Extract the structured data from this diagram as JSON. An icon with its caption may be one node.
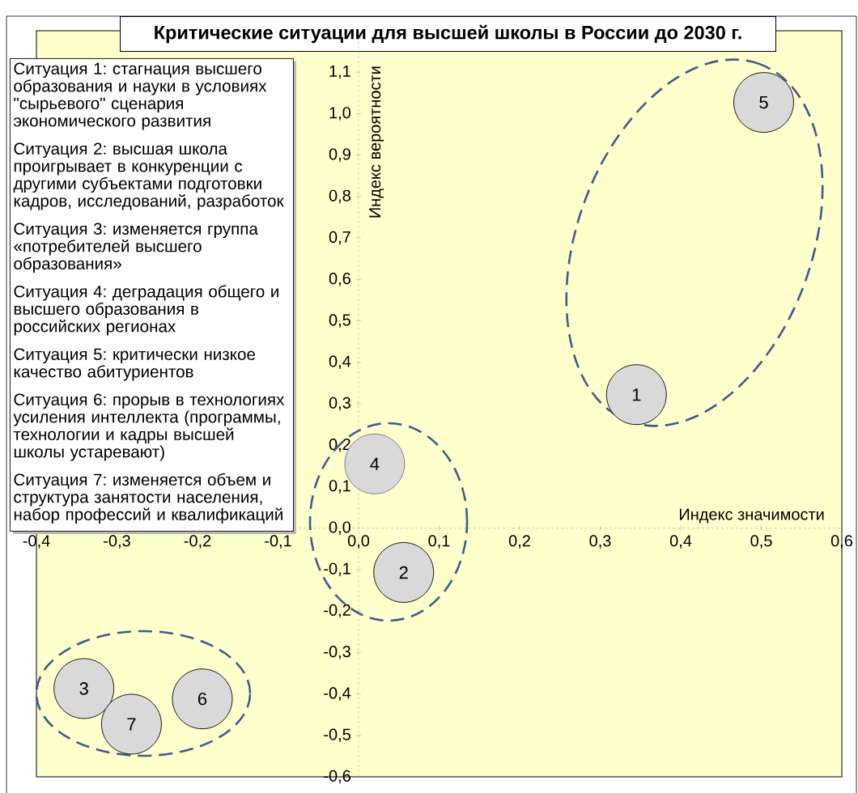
{
  "diagram": {
    "title": "Критические ситуации для высшей школы в России до 2030 г.",
    "nodes": [
      {
        "text": [
          "Ситуация 1: стагнация высшего образования и науки  в условиях \"сырьевого\" сценария экономического развития",
          "Ситуация 2: высшая школа проигрывает  в конкуренции с другими субъектами  подготовки кадров, исследований, разработок",
          "Ситуация 3: изменяется группа «потребителей высшего образования»",
          "Ситуация 4:  деградация общего и высшего образования в российских регионах",
          "Ситуация 5: критически низкое качество абитуриентов",
          "Ситуация 6: прорыв в технологиях усиления интеллекта (программы, технологии и кадры высшей школы устаревают)",
          "Ситуация 7: изменяется объем и структура занятости населения, набор профессий и квалификаций"
        ]
      },
      {
        "text": [],
        "shape": "ellipse"
      },
      {
        "text": [
          "5"
        ],
        "in": 1
      },
      {
        "text": [
          "1"
        ],
        "in": 1
      },
      {
        "text": [],
        "shape": "ellipse"
      },
      {
        "text": [
          "4"
        ],
        "in": 4
      },
      {
        "text": [
          "2"
        ],
        "in": 4
      },
      {
        "text": [],
        "shape": "ellipse"
      },
      {
        "text": [
          "3"
        ],
        "in": 7
      },
      {
        "text": [
          "7"
        ],
        "in": 7
      },
      {
        "text": [
          "6"
        ],
        "in": 7
      }
    ],
    "chart_data": {
      "type": "scatter",
      "xlabel": "Индекс значимости",
      "ylabel": "Индекс вероятности",
      "x": [
        0.345,
        0.056,
        -0.341,
        0.02,
        0.503,
        -0.194,
        -0.282
      ],
      "values": [
        0.322,
        -0.107,
        -0.387,
        0.155,
        1.027,
        -0.412,
        -0.473
      ],
      "xlim": [
        -0.4,
        0.6
      ],
      "ylim": [
        -0.6,
        1.2
      ],
      "xticks": [
        {
          "value": -0.4,
          "label": "-0,4"
        },
        {
          "value": -0.3,
          "label": "-0,3"
        },
        {
          "value": -0.2,
          "label": "-0,2"
        },
        {
          "value": -0.1,
          "label": "-0,1"
        },
        {
          "value": 0.0,
          "label": "0,0"
        },
        {
          "value": 0.1,
          "label": "0,1"
        },
        {
          "value": 0.2,
          "label": "0,2"
        },
        {
          "value": 0.3,
          "label": "0,3"
        },
        {
          "value": 0.4,
          "label": "0,4"
        },
        {
          "value": 0.5,
          "label": "0,5"
        },
        {
          "value": 0.6,
          "label": "0,6"
        }
      ],
      "yticks": [
        {
          "value": -0.6,
          "label": "-0,6"
        },
        {
          "value": -0.5,
          "label": "-0,5"
        },
        {
          "value": -0.4,
          "label": "-0,4"
        },
        {
          "value": -0.3,
          "label": "-0,3"
        },
        {
          "value": -0.2,
          "label": "-0,2"
        },
        {
          "value": -0.1,
          "label": "-0,1"
        },
        {
          "value": 0.0,
          "label": "0,0"
        },
        {
          "value": 0.1,
          "label": "0,1"
        },
        {
          "value": 0.2,
          "label": "0,2"
        },
        {
          "value": 0.3,
          "label": "0,3"
        },
        {
          "value": 0.4,
          "label": "0,4"
        },
        {
          "value": 0.5,
          "label": "0,5"
        },
        {
          "value": 0.6,
          "label": "0,6"
        },
        {
          "value": 0.7,
          "label": "0,7"
        },
        {
          "value": 0.8,
          "label": "0,8"
        },
        {
          "value": 0.9,
          "label": "0,9"
        },
        {
          "value": 1.0,
          "label": "1,0"
        },
        {
          "value": 1.1,
          "label": "1,1"
        }
      ]
    }
  }
}
